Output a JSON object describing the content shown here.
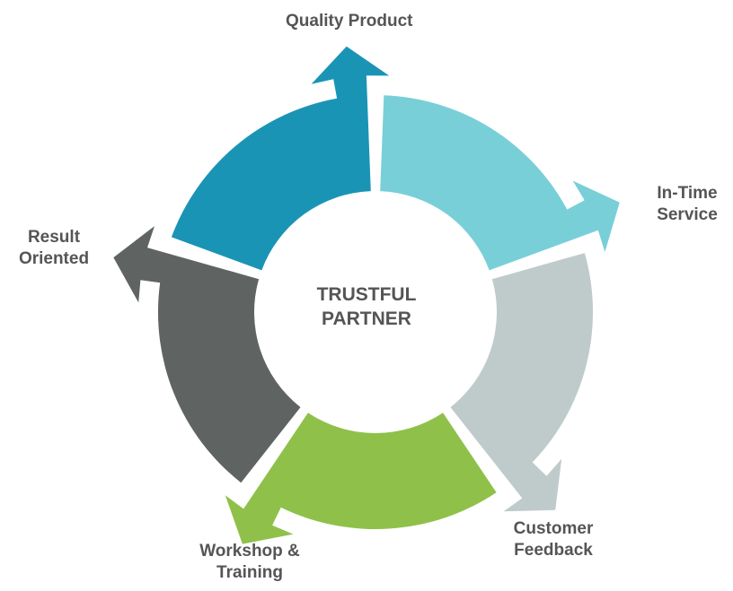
{
  "center": {
    "line1": "TRUSTFUL",
    "line2": "PARTNER"
  },
  "segments": [
    {
      "key": "quality",
      "line1": "Quality Product",
      "line2": "",
      "color": "#1a94b5"
    },
    {
      "key": "intime",
      "line1": "In-Time",
      "line2": "Service",
      "color": "#79cfd7"
    },
    {
      "key": "customer",
      "line1": "Customer",
      "line2": "Feedback",
      "color": "#bfcbcb"
    },
    {
      "key": "workshop",
      "line1": "Workshop &",
      "line2": "Training",
      "color": "#8fc14a"
    },
    {
      "key": "result",
      "line1": "Result",
      "line2": "Oriented",
      "color": "#5f6463"
    }
  ]
}
